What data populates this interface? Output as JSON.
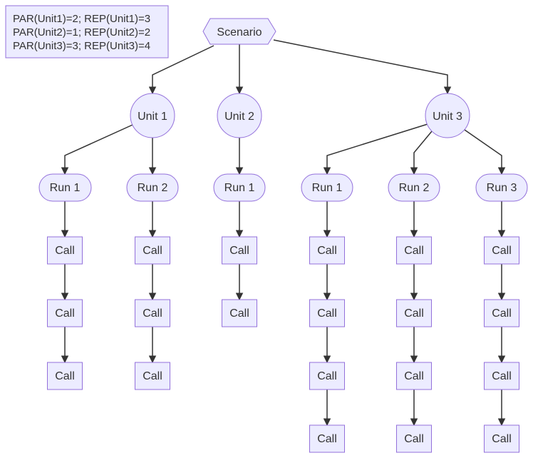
{
  "note": {
    "lines": [
      "PAR(Unit1)=2; REP(Unit1)=3",
      "PAR(Unit2)=1; REP(Unit2)=2",
      "PAR(Unit3)=3; REP(Unit3)=4"
    ]
  },
  "nodes": {
    "scenario": "Scenario",
    "unit1": "Unit 1",
    "unit2": "Unit 2",
    "unit3": "Unit 3",
    "u1_run1": "Run 1",
    "u1_run2": "Run 2",
    "u2_run1": "Run 1",
    "u3_run1": "Run 1",
    "u3_run2": "Run 2",
    "u3_run3": "Run 3",
    "call": "Call"
  },
  "colors": {
    "node_fill": "#ececff",
    "node_stroke": "#9370db",
    "edge": "#333333",
    "text": "#333333"
  }
}
